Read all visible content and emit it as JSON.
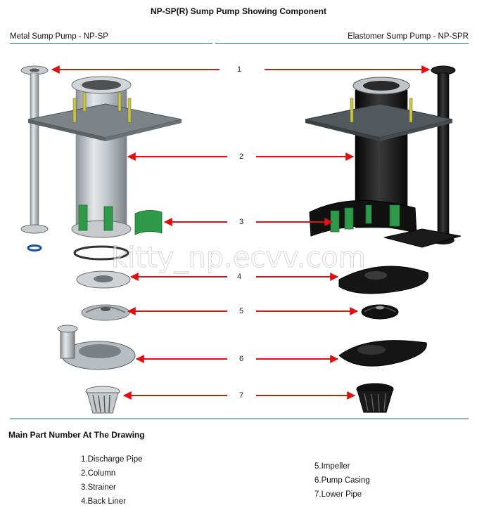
{
  "title": "NP-SP(R) Sump Pump Showing Component",
  "left_label": "Metal Sump Pump - NP-SP",
  "right_label": "Elastomer Sump Pump - NP-SPR",
  "watermark": "kitty_np.ecvv.com",
  "callouts": [
    "1",
    "2",
    "3",
    "4",
    "5",
    "6",
    "7"
  ],
  "section_title": "Main Part Number At The Drawing",
  "parts_left": [
    "1.Discharge Pipe",
    "2.Column",
    "3.Strainer",
    "4.Back Liner"
  ],
  "parts_right": [
    "5.Impeller",
    "6.Pump Casing",
    "7.Lower Pipe"
  ],
  "colors": {
    "arrow": "#e01010",
    "rule": "#1f6d86",
    "strainer": "#2e9a4a",
    "elastomer": "#1a1a1a",
    "metal": "#b9bec2"
  }
}
